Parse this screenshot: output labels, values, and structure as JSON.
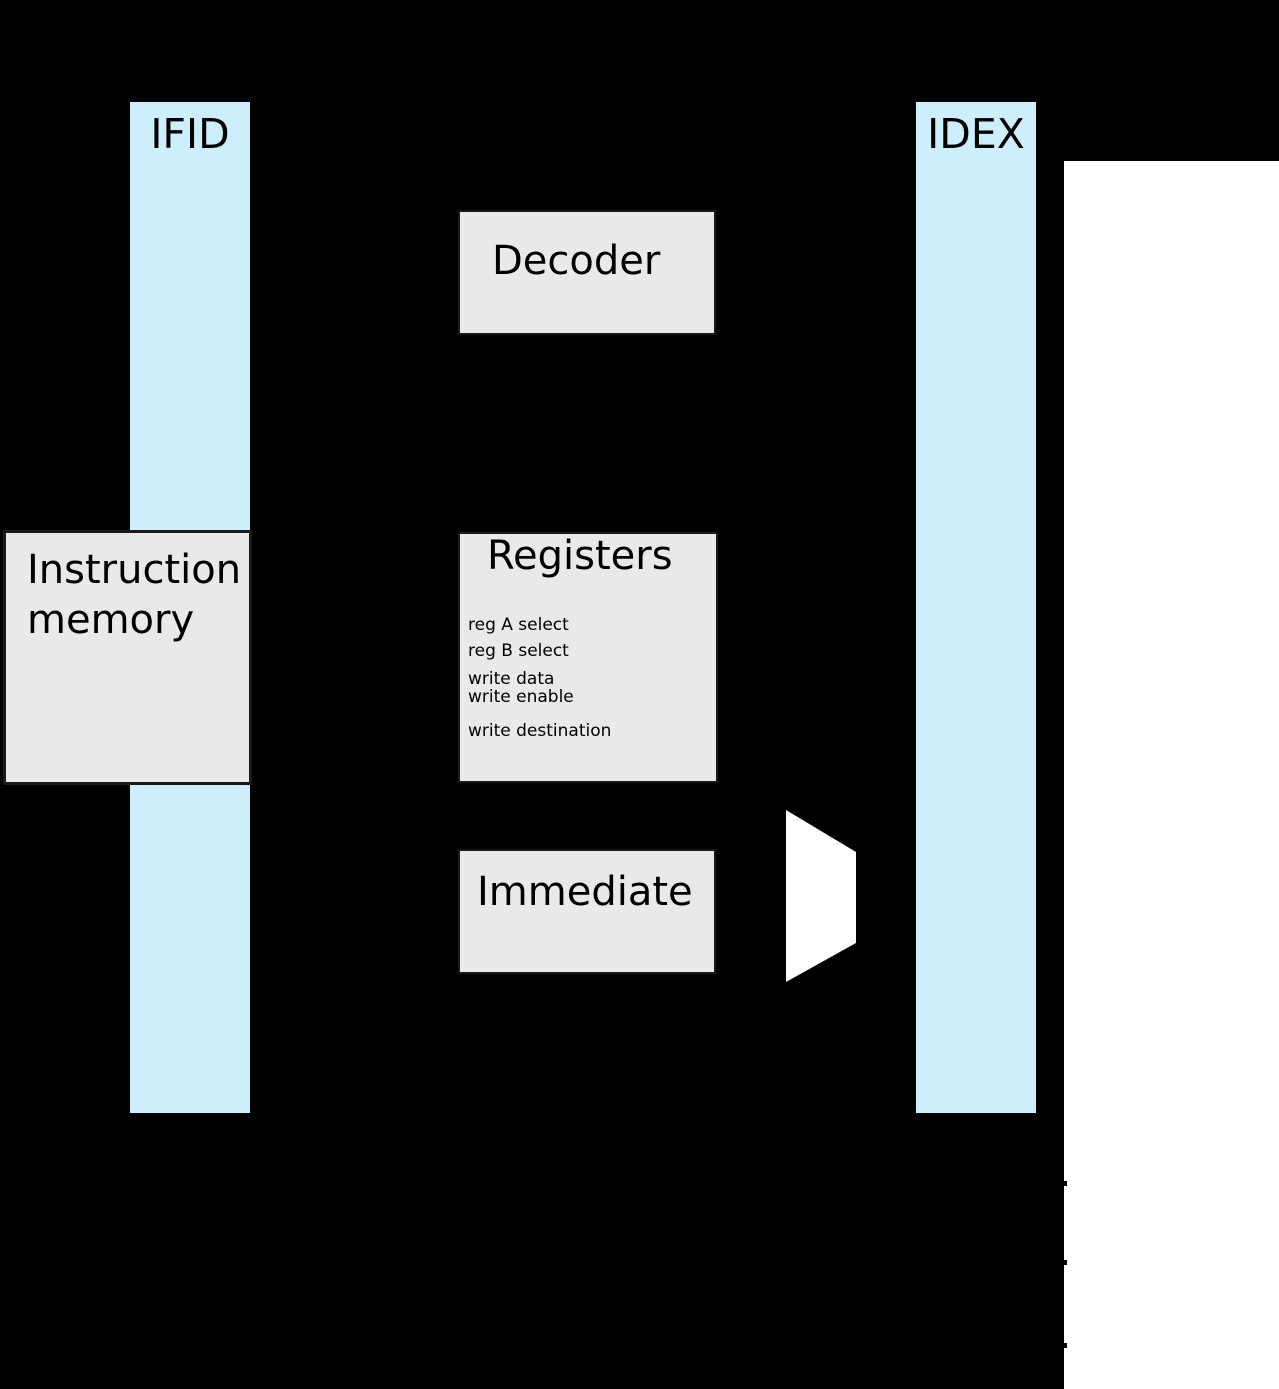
{
  "diagram": {
    "pipeline_registers": [
      {
        "id": "IFID",
        "label": "IFID"
      },
      {
        "id": "IDEX",
        "label": "IDEX"
      }
    ],
    "blocks": {
      "instruction_memory": {
        "lines": [
          "Instruction",
          "memory"
        ]
      },
      "decoder": {
        "label": "Decoder"
      },
      "registers": {
        "title": "Registers",
        "ports": [
          "reg A select",
          "reg B select",
          "write data",
          "write enable",
          "write destination"
        ]
      },
      "immediate": {
        "label": "Immediate"
      }
    },
    "shapes": {
      "mux": "multiplexer-trapezoid",
      "white_panel": "execute-stage-panel"
    },
    "colors": {
      "background": "#000000",
      "pipeline_register_fill": "#cdeefb",
      "block_fill": "#e9e9e9",
      "block_border": "#1a1a1a",
      "mux_fill": "#ffffff",
      "panel_fill": "#ffffff",
      "text": "#000000"
    }
  }
}
